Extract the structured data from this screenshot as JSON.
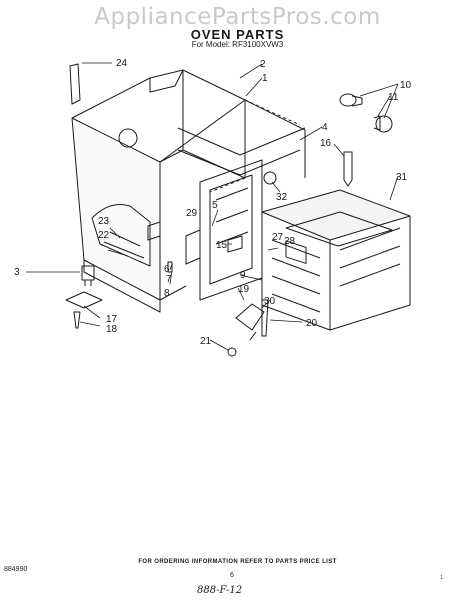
{
  "watermark": "AppliancePartsPros.com",
  "header": {
    "title": "OVEN PARTS",
    "model": "For Model: RF3100XVW3"
  },
  "callouts": {
    "c1": "1",
    "c2": "2",
    "c3": "3",
    "c4": "4",
    "c5": "5",
    "c6": "6",
    "c7": "7",
    "c8": "8",
    "c9": "9",
    "c10": "10",
    "c11": "11",
    "c15": "15",
    "c16": "16",
    "c17": "17",
    "c18": "18",
    "c19": "19",
    "c20": "20",
    "c21": "21",
    "c22": "22",
    "c23": "23",
    "c24": "24",
    "c27": "27",
    "c28": "28",
    "c29": "29",
    "c30": "30",
    "c31": "31",
    "c32": "32"
  },
  "footer": {
    "note": "FOR ORDERING INFORMATION REFER TO PARTS PRICE LIST",
    "doc_code": "884990",
    "page": "6",
    "corner": "1",
    "handwritten": "888-F-12"
  }
}
